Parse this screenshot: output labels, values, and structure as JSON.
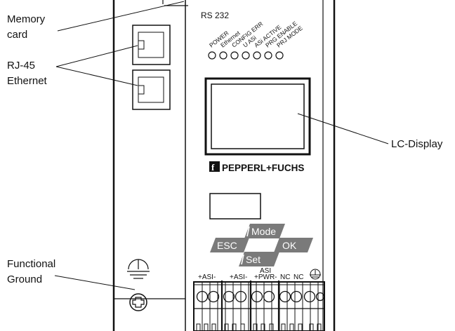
{
  "callouts": {
    "memory_card": [
      "Memory",
      "card"
    ],
    "rj45": [
      "RJ-45",
      "Ethernet"
    ],
    "functional_ground": [
      "Functional",
      "Ground"
    ],
    "lc_display": "LC-Display"
  },
  "device": {
    "rs232": "RS 232",
    "leds": [
      "POWER",
      "Ethernet",
      "CONFIG ERR",
      "U ASi",
      "ASi ACTIVE",
      "PRG ENABLE",
      "PRJ MODE"
    ],
    "brand": "PEPPERL+FUCHS",
    "brand_logo_letters": "f",
    "buttons": {
      "mode": "Mode",
      "esc": "ESC",
      "ok": "OK",
      "set": "Set"
    },
    "terminals": {
      "asi1": "+ASI-",
      "asi2": "+ASI-",
      "asi_top": "ASI",
      "pwr": "+PWR-",
      "nc1": "NC",
      "nc2": "NC"
    }
  }
}
